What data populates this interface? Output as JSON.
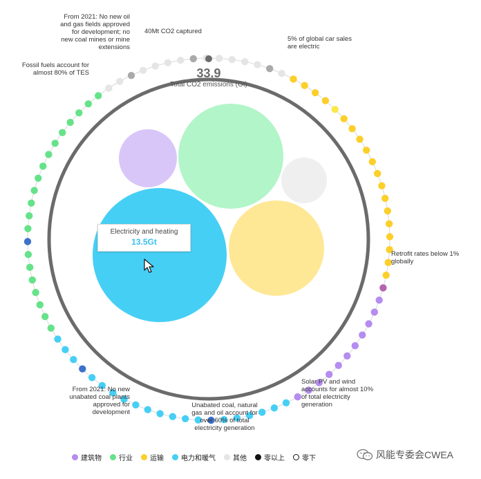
{
  "colors": {
    "buildings": "#b58cf0",
    "retrofit_milestone": "#b266b0",
    "industry": "#66e28a",
    "transport": "#fccf2a",
    "transport_milestone": "#fbe84a",
    "power": "#46cff5",
    "power_milestone": "#3d72cc",
    "other_light": "#e5e5e5",
    "other_mid": "#aaaaaa",
    "ring": "#6b6b6b",
    "tooltip_value": "#3cc0ea"
  },
  "center": {
    "value": "33.9",
    "label": "Total CO2 emissions (Gt)"
  },
  "tooltip": {
    "label": "Electricity and heating",
    "value": "13.5Gt"
  },
  "annotations": [
    {
      "id": "coal-plants",
      "lines": [
        "From 2021: No new",
        "unabated coal plants",
        "approved for",
        "development"
      ]
    },
    {
      "id": "fossil-tes",
      "lines": [
        "Fossil fuels account for",
        "almost 80% of TES"
      ]
    },
    {
      "id": "oil-gas",
      "lines": [
        "From 2021: No new oil",
        "and gas fields approved",
        "for development; no",
        "new coal mines or mine",
        "extensions"
      ]
    },
    {
      "id": "co2-captured",
      "lines": [
        "40Mt CO2 captured"
      ]
    },
    {
      "id": "car-sales",
      "lines": [
        "5% of global car sales",
        "are electric"
      ]
    },
    {
      "id": "retrofit",
      "lines": [
        "Retrofit rates below 1%",
        "globally"
      ]
    },
    {
      "id": "solar-wind",
      "lines": [
        "Solar PV and wind",
        "accounts for almost 10%",
        "of total electricity",
        "generation"
      ]
    },
    {
      "id": "unabated-coal",
      "lines": [
        "Unabated coal, natural",
        "gas and oil account for",
        "over 60% of total",
        "electricity generation"
      ]
    }
  ],
  "legend": [
    {
      "label": "建筑物",
      "color": "#b58cf0",
      "style": "fill"
    },
    {
      "label": "行业",
      "color": "#66e28a",
      "style": "fill"
    },
    {
      "label": "运输",
      "color": "#fccf2a",
      "style": "fill"
    },
    {
      "label": "电力和暖气",
      "color": "#46cff5",
      "style": "fill"
    },
    {
      "label": "其他",
      "color": "#e5e5e5",
      "style": "fill"
    },
    {
      "label": "零以上",
      "color": "#111111",
      "style": "fill"
    },
    {
      "label": "零下",
      "color": "#111111",
      "style": "outline"
    }
  ],
  "watermark": "风能专委会CWEA",
  "chart_data": {
    "type": "bubble",
    "total": 33.9,
    "bubbles": [
      {
        "sector": "Buildings",
        "color": "#d8c6f8"
      },
      {
        "sector": "Industry",
        "color": "#b2f5c8"
      },
      {
        "sector": "Other",
        "color": "#efefef"
      },
      {
        "sector": "Electricity and heating",
        "value": 13.5,
        "color": "#46cff5"
      },
      {
        "sector": "Transport",
        "color": "#fee896"
      }
    ],
    "milestone_ring": [
      {
        "sector": "other",
        "count": 9
      },
      {
        "sector": "transport",
        "count": 19
      },
      {
        "sector": "buildings",
        "count": 12
      },
      {
        "sector": "power",
        "count": 21
      },
      {
        "sector": "industry",
        "count": 21
      },
      {
        "sector": "other",
        "count": 6
      }
    ]
  }
}
